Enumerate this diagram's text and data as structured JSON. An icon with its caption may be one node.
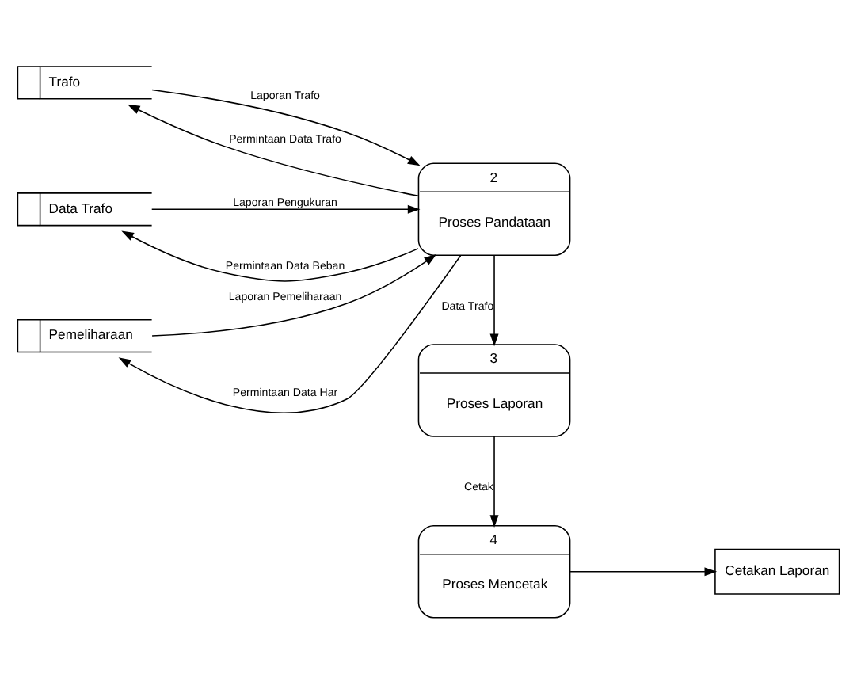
{
  "diagram": {
    "nodes": [
      {
        "text": [
          "Trafo"
        ]
      },
      {
        "text": [
          "Data Trafo"
        ]
      },
      {
        "text": [
          "Pemeliharaan"
        ]
      },
      {
        "text": [
          "2",
          "Proses Pandataan"
        ]
      },
      {
        "text": [
          "3",
          "Proses Laporan"
        ]
      },
      {
        "text": [
          "4",
          "Proses Mencetak"
        ]
      },
      {
        "text": [
          "Cetakan Laporan"
        ]
      }
    ],
    "edges": [
      {
        "from": 3,
        "to": 0,
        "arrow": "to",
        "label": "Permintaan Data Trafo"
      },
      {
        "from": 0,
        "to": 3,
        "arrow": "to",
        "label": "Laporan Trafo"
      },
      {
        "from": 3,
        "to": 1,
        "arrow": "to",
        "label": "Permintaan Data Beban"
      },
      {
        "from": 1,
        "to": 3,
        "arrow": "to",
        "label": "Laporan Pengukuran"
      },
      {
        "from": 3,
        "to": 2,
        "arrow": "to",
        "label": "Permintaan Data Har"
      },
      {
        "from": 2,
        "to": 3,
        "arrow": "to",
        "label": "Laporan Pemeliharaan"
      },
      {
        "from": 3,
        "to": 4,
        "arrow": "to",
        "label": "Data Trafo"
      },
      {
        "from": 4,
        "to": 5,
        "arrow": "to",
        "label": "Cetak"
      },
      {
        "from": 5,
        "to": 6,
        "arrow": "to"
      }
    ]
  }
}
